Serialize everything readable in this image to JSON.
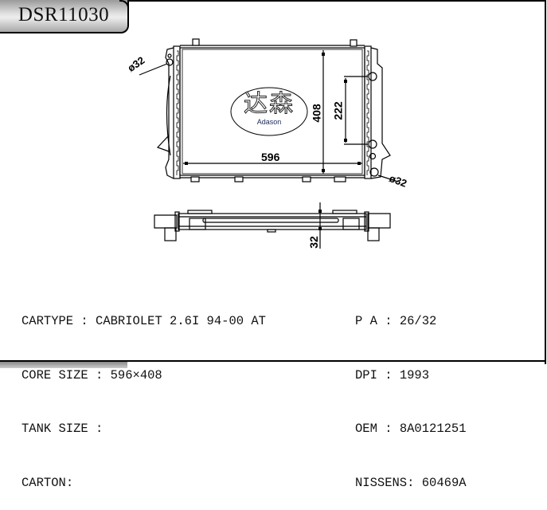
{
  "header": {
    "part_number": "DSR11030"
  },
  "drawing": {
    "logo": {
      "chinese": "达森",
      "brand": "Adason"
    },
    "dimensions": {
      "width": "596",
      "height": "408",
      "inner_height": "222",
      "thickness": "32",
      "pipe_top_left": "ø32",
      "pipe_bottom_right": "ø32"
    }
  },
  "specs_left": [
    {
      "label": "CARTYPE",
      "sep": " : ",
      "value": "CABRIOLET 2.6I 94-00 AT"
    },
    {
      "label": "CORE SIZE",
      "sep": " : ",
      "value": "596×408"
    },
    {
      "label": "TANK SIZE",
      "sep": " :",
      "value": ""
    },
    {
      "label": "CARTON",
      "sep": ":",
      "value": ""
    }
  ],
  "specs_right": [
    {
      "label": "P A",
      "sep": " : ",
      "value": "26/32"
    },
    {
      "label": "DPI",
      "sep": " : ",
      "value": "1993"
    },
    {
      "label": "OEM",
      "sep": " : ",
      "value": "8A0121251"
    },
    {
      "label": "NISSENS",
      "sep": ": ",
      "value": "60469A"
    }
  ]
}
